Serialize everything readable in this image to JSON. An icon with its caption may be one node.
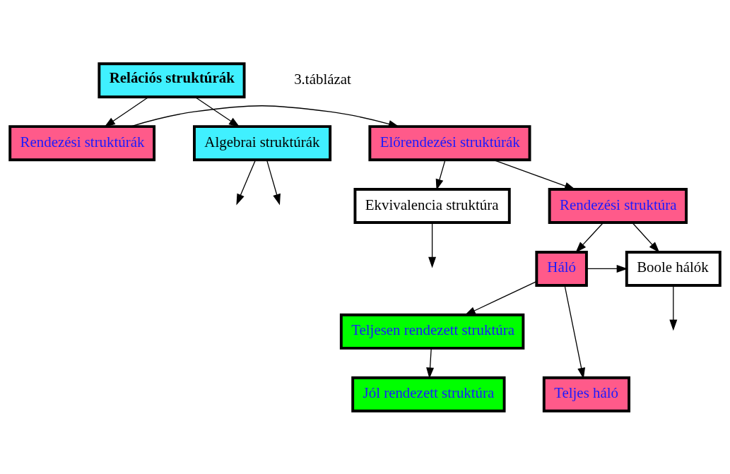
{
  "diagram": {
    "nodes": [
      {
        "text": [
          "Relációs struktúrák"
        ]
      },
      {
        "text": [
          "Algebrai struktúrák"
        ]
      },
      {
        "text": [
          "Rendezési struktúrák"
        ]
      },
      {
        "text": [
          "Előrendezési struktúrák"
        ]
      },
      {
        "text": [
          "Ekvivalencia struktúra"
        ]
      },
      {
        "text": [
          "Rendezési struktúra"
        ]
      },
      {
        "text": [
          "Boole hálók"
        ]
      },
      {
        "text": [
          "Háló"
        ]
      },
      {
        "text": [
          "Teljesen rendezett struktúra"
        ]
      },
      {
        "text": [
          "Teljes háló"
        ]
      },
      {
        "text": [
          "Jól rendezett struktúra"
        ]
      }
    ],
    "edges": [
      {
        "from": 0,
        "to": 1,
        "arrow": "to"
      },
      {
        "from": 0,
        "to": 2,
        "arrow": "to"
      },
      {
        "from": 1,
        "to": null,
        "arrow": "to"
      },
      {
        "from": 1,
        "to": null,
        "arrow": "to"
      },
      {
        "from": 2,
        "to": 3,
        "arrow": "to"
      },
      {
        "from": 3,
        "to": 4,
        "arrow": "to"
      },
      {
        "from": 3,
        "to": 5,
        "arrow": "to"
      },
      {
        "from": 4,
        "to": null,
        "arrow": "to"
      },
      {
        "from": 5,
        "to": 6,
        "arrow": "to"
      },
      {
        "from": 5,
        "to": 7,
        "arrow": "to"
      },
      {
        "from": 7,
        "to": 6,
        "arrow": "to"
      },
      {
        "from": 6,
        "to": null,
        "arrow": "to"
      },
      {
        "from": 7,
        "to": 8,
        "arrow": "to"
      },
      {
        "from": 7,
        "to": 9,
        "arrow": "to"
      },
      {
        "from": 8,
        "to": 10,
        "arrow": "to"
      }
    ],
    "labels": [
      "3.táblázat"
    ]
  }
}
